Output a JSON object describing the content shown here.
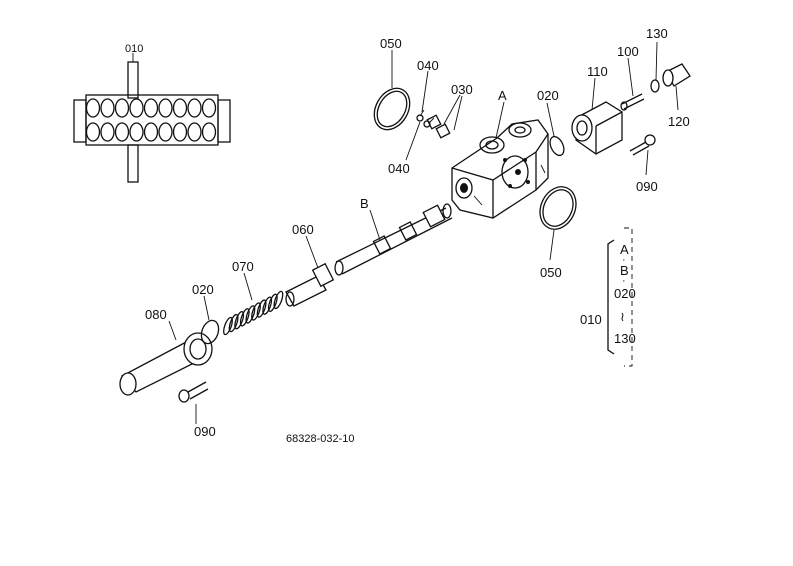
{
  "labels": {
    "assembly_top": "010",
    "oring_top": "050",
    "part_040_top": "040",
    "part_030": "030",
    "part_040_bottom": "040",
    "mark_a_body": "A",
    "oring_020_right": "020",
    "part_110": "110",
    "part_100": "100",
    "part_130": "130",
    "part_120": "120",
    "part_090_right": "090",
    "oring_050_right": "050",
    "mark_b_spool": "B",
    "part_060": "060",
    "part_070": "070",
    "part_020_left": "020",
    "part_080": "080",
    "part_090_left": "090",
    "drawing_code": "68328-032-10"
  },
  "legend": {
    "line1": "A",
    "line2": "B",
    "line3": "020",
    "line4": "≀",
    "line5": "130",
    "assembly": "010"
  }
}
